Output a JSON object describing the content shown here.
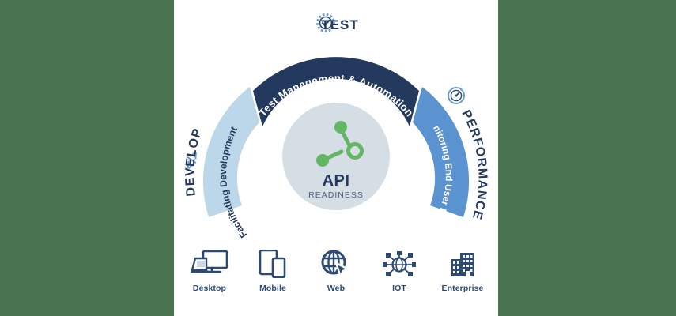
{
  "colors": {
    "page_background": "#4a7450",
    "canvas_background": "#ffffff",
    "navy": "#24395e",
    "light_blue": "#bdd7ea",
    "medium_blue": "#5b93d0",
    "hub_fill": "#d5dde5",
    "green": "#63b663",
    "label_text": "#24395e",
    "icon_blue": "#5b93d0"
  },
  "hub": {
    "title": "API",
    "subtitle": "READINESS",
    "icon": "api-node-graph-icon"
  },
  "segments": [
    {
      "id": "develop",
      "outer_label": "DEVELOP",
      "inner_label": "Facilitating Development",
      "icon": "code-brackets-icon",
      "fill": "#bdd7ea",
      "inner_text_color": "#24395e"
    },
    {
      "id": "test",
      "outer_label": "TEST",
      "inner_label": "Test Management & Automation",
      "icon": "check-badge-icon",
      "fill": "#24395e",
      "inner_text_color": "#ffffff"
    },
    {
      "id": "performance",
      "outer_label": "PERFORMANCE",
      "inner_label": "Monitoring End User Experience",
      "icon": "speedometer-icon",
      "fill": "#5b93d0",
      "inner_text_color": "#ffffff"
    }
  ],
  "devices": [
    {
      "id": "desktop",
      "label": "Desktop",
      "icon": "desktop-monitor-icon"
    },
    {
      "id": "mobile",
      "label": "Mobile",
      "icon": "tablet-phone-icon"
    },
    {
      "id": "web",
      "label": "Web",
      "icon": "globe-cursor-icon"
    },
    {
      "id": "iot",
      "label": "IOT",
      "icon": "iot-network-icon"
    },
    {
      "id": "enterprise",
      "label": "Enterprise",
      "icon": "office-building-icon"
    }
  ]
}
